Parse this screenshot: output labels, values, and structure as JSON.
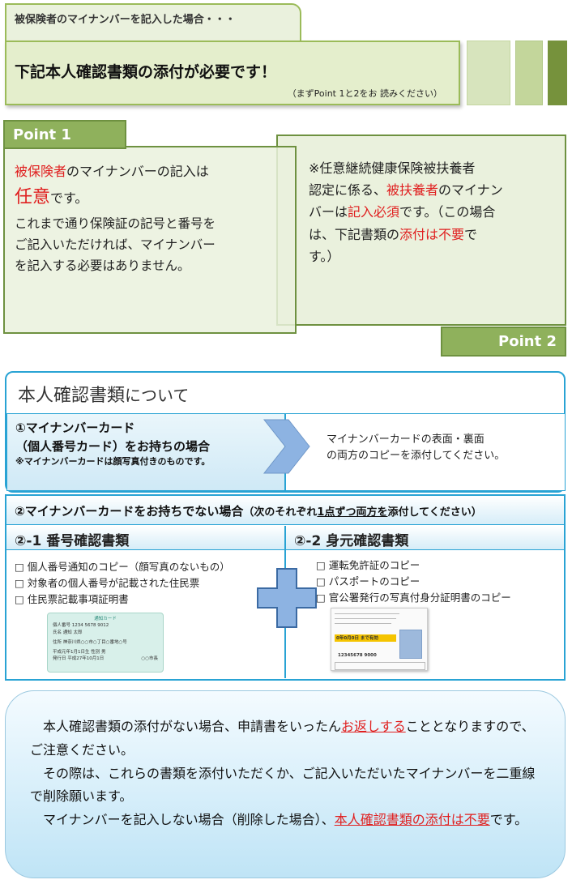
{
  "header": {
    "tab_text": "被保険者のマイナンバーを記入した場合・・・",
    "title": "下記本人確認書類の添付が必要です！",
    "subtitle": "（まずPoint 1と2をお 読みください）"
  },
  "point1": {
    "label": "Point 1",
    "line1_red": "被保険者",
    "line1_rest": "のマイナンバーの記入は",
    "line2_red": "任意",
    "line2_rest": "です。",
    "line3": "これまで通り保険証の記号と番号を",
    "line4": "ご記入いただければ、マイナンバー",
    "line5": "を記入する必要はありません。"
  },
  "point2": {
    "label": "Point 2",
    "p1": "※任意継続健康保険被扶養者",
    "p2a": "認定に係る、",
    "p2_red": "被扶養者",
    "p2b": "のマイナン",
    "p3a": "バーは",
    "p3_red": "記入必須",
    "p3b": "です。（この場合",
    "p4a": "は、下記書類の",
    "p4_red": "添付は不要",
    "p4b": "で",
    "p5": "す。）"
  },
  "section": {
    "title_a": "本人確認書類",
    "title_b": "について",
    "card_l1": "①マイナンバーカード",
    "card_l2": "（個人番号カード）をお持ちの場合",
    "card_note": "※マイナンバーカードは顔写真付きのものです。",
    "card_r1": "マイナンバーカードの表面・裏面",
    "card_r2": "の両方のコピーを添付してください。"
  },
  "section2": {
    "head_a": "②マイナンバーカードをお持ちでない場合",
    "head_b": "（次のそれぞれ",
    "head_u": "1点ずつ両方を",
    "head_c": "添付してください）",
    "left_title": "②-1  番号確認書類",
    "left_items": [
      "個人番号通知のコピー（顔写真のないもの）",
      "対象者の個人番号が記載された住民票",
      "住民票記載事項証明書"
    ],
    "right_title": "②-2  身元確認書類",
    "right_items": [
      "運転免許証のコピー",
      "パスポートのコピー",
      "官公署発行の写真付身分証明書のコピー"
    ],
    "card_label": "通知カード",
    "card_line1": "個人番号  1234  5678  9012",
    "card_line2": "氏名  通知  太郎",
    "card_line3": "住所  神奈川県○○市○丁目○番地○号",
    "card_line4": "平成元年1月1日生  性別 男",
    "card_line5": "発行日 平成27年10月1日",
    "card_line6": "○○市長",
    "license_date": "0年0月0日 まで有効",
    "license_num": "12345678 9000"
  },
  "bottom": {
    "p1a": "本人確認書類の添付がない場合、申請書をいったん",
    "p1_red": "お返しする",
    "p1b": "こととなりますので、ご注意ください。",
    "p2": "その際は、これらの書類を添付いただくか、ご記入いただいたマイナンバーを二重線で削除願います。",
    "p3a": "マイナンバーを記入しない場合（削除した場合）、",
    "p3_red": "本人確認書類の添付は不要",
    "p3b": "です。"
  },
  "colors": {
    "green": "#9bbb59",
    "dark_green": "#6e9140",
    "blue": "#29a3d4",
    "red": "#e02020"
  }
}
